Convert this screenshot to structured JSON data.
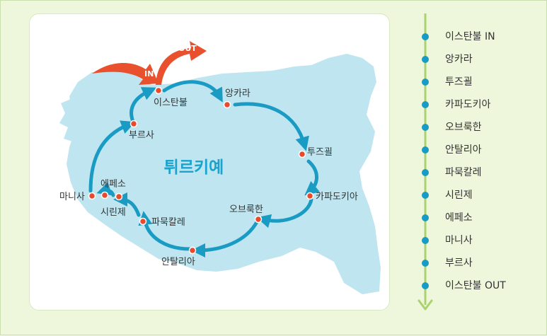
{
  "map": {
    "country_label": "튀르키예",
    "in_label": "IN",
    "out_label": "OUT",
    "cities": [
      {
        "id": "istanbul",
        "name": "이스탄불"
      },
      {
        "id": "ankara",
        "name": "앙카라"
      },
      {
        "id": "tuzgol",
        "name": "투즈괼"
      },
      {
        "id": "cappadocia",
        "name": "카파도키아"
      },
      {
        "id": "obruk",
        "name": "오브룩한"
      },
      {
        "id": "antalya",
        "name": "안탈리아"
      },
      {
        "id": "pamukkale",
        "name": "파묵칼레"
      },
      {
        "id": "sirince",
        "name": "시린제"
      },
      {
        "id": "ephesus",
        "name": "에페소"
      },
      {
        "id": "manisa",
        "name": "마니사"
      },
      {
        "id": "bursa",
        "name": "부르사"
      }
    ]
  },
  "route": {
    "stops": [
      "이스탄불 IN",
      "앙카라",
      "투즈괼",
      "카파도키아",
      "오브룩한",
      "안탈리아",
      "파묵칼레",
      "시린제",
      "에페소",
      "마니사",
      "부르사",
      "이스탄불 OUT"
    ]
  },
  "colors": {
    "land": "#bfe6f0",
    "route_arrow": "#1a9bc4",
    "city_dot": "#e84a2c",
    "in_out_arrow": "#e8502e",
    "country_label": "#1aa3cf",
    "timeline": "#a9d36e",
    "background": "#eef6dc"
  }
}
